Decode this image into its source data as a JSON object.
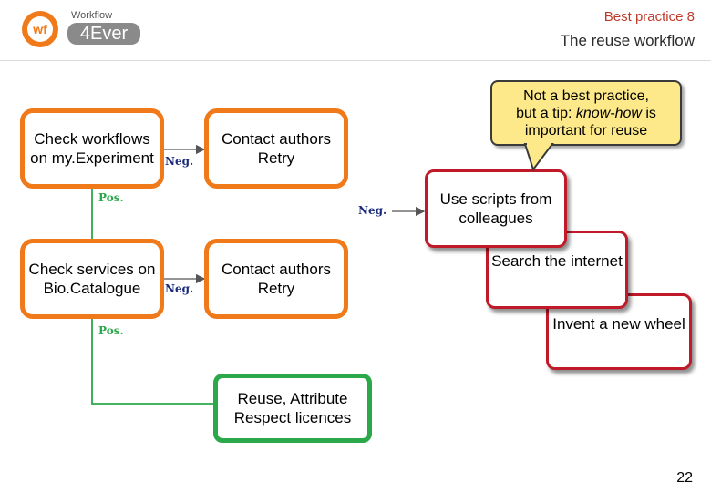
{
  "header": {
    "logo_small": "Workflow",
    "logo_main": "4Ever",
    "logo_badge": "wf",
    "kicker": "Best practice 8",
    "title": "The reuse workflow"
  },
  "flow": {
    "check_myexp": "Check workflows on my.Experiment",
    "contact1": "Contact authors Retry",
    "check_bio": "Check services on Bio.Catalogue",
    "contact2": "Contact authors Retry",
    "reuse": "Reuse, Attribute Respect licences",
    "neg": "Neg.",
    "pos": "Pos."
  },
  "alternatives": {
    "scripts": "Use scripts from colleagues",
    "internet": "Search the internet",
    "wheel": "Invent a new wheel"
  },
  "callout": {
    "line1": "Not a best practice,",
    "line2_prefix": "but a tip: ",
    "line2_em": "know-how",
    "line2_suffix": " is",
    "line3": "important for reuse"
  },
  "page_number": "22",
  "colors": {
    "orange": "#f07a1a",
    "green": "#2aa84a",
    "red": "#c0192a",
    "callout": "#fde989",
    "accent": "#c0392b"
  }
}
